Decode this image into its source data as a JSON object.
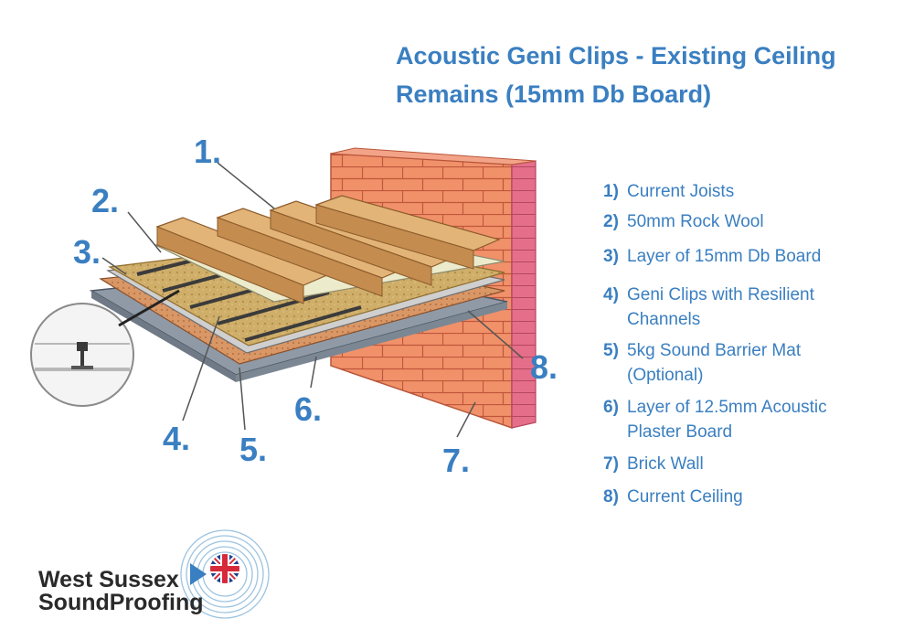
{
  "title": {
    "line1": "Acoustic Geni Clips - Existing Ceiling",
    "line2": "Remains (15mm Db Board)"
  },
  "callouts": [
    "1.",
    "2.",
    "3.",
    "4.",
    "5.",
    "6.",
    "7.",
    "8."
  ],
  "legend": [
    {
      "num": "1)",
      "text": "Current Joists"
    },
    {
      "num": "2)",
      "text": "50mm Rock Wool"
    },
    {
      "num": "3)",
      "text": "Layer of 15mm Db Board"
    },
    {
      "num": "4)",
      "text": "Geni Clips with Resilient Channels"
    },
    {
      "num": "5)",
      "text": "5kg Sound Barrier Mat (Optional)"
    },
    {
      "num": "6)",
      "text": "Layer of 12.5mm Acoustic Plaster Board"
    },
    {
      "num": "7)",
      "text": "Brick Wall"
    },
    {
      "num": "8)",
      "text": "Current Ceiling"
    }
  ],
  "brand": {
    "line1": "West Sussex",
    "line2": "SoundProofing"
  },
  "colors": {
    "accent_blue": "#3a7fc1",
    "brick": "#f0916a",
    "timber": "#d9a86a",
    "db_board": "#e8e6c6",
    "rock_wool": "#c8a865",
    "plasterboard": "#9aa3ad"
  },
  "icons": [
    "uk-flag-icon",
    "play-arrow-icon",
    "sound-wave-rings"
  ]
}
